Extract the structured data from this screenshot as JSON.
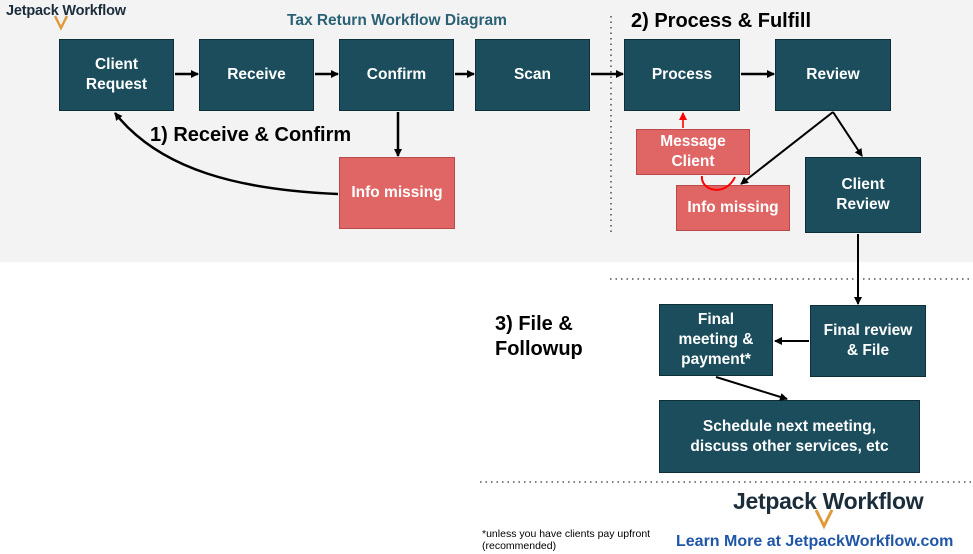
{
  "brand": {
    "top_logo": "Jetpack Workflow",
    "bottom_logo": "Jetpack Workflow",
    "learn_more": "Learn More at JetpackWorkflow.com"
  },
  "diagram": {
    "title": "Tax Return Workflow Diagram",
    "sections": {
      "receive_confirm": "1)  Receive & Confirm",
      "process_fulfill": "2) Process & Fulfill",
      "file_followup": "3) File &\nFollowup"
    },
    "nodes": {
      "client_request": "Client\nRequest",
      "receive": "Receive",
      "confirm": "Confirm",
      "scan": "Scan",
      "info_missing_1": "Info missing",
      "process": "Process",
      "review": "Review",
      "message_client": "Message\nClient",
      "info_missing_2": "Info missing",
      "client_review": "Client\nReview",
      "final_review_file": "Final review\n& File",
      "final_meeting_payment": "Final\nmeeting &\npayment*",
      "schedule_next": "Schedule next meeting,\ndiscuss other services, etc"
    },
    "footnote": "*unless you have clients pay upfront (recommended)"
  },
  "colors": {
    "node": "#1b4d5c",
    "alert_node": "#e06666",
    "title": "#2a6175",
    "link": "#1f56a8",
    "red_arrow": "#ff0000"
  }
}
